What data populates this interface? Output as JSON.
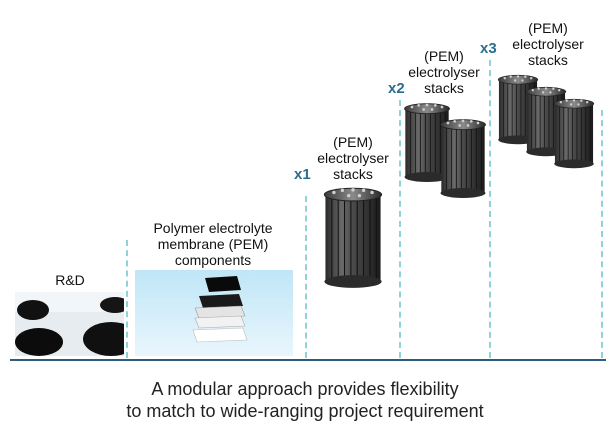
{
  "stages": {
    "rnd": {
      "label": "R&D"
    },
    "components": {
      "label_lines": [
        "Polymer electrolyte",
        "membrane  (PEM)",
        "components"
      ]
    },
    "stack1": {
      "multiplier": "x1",
      "label_lines": [
        "(PEM)",
        "electrolyser",
        "stacks"
      ]
    },
    "stack2": {
      "multiplier": "x2",
      "label_lines": [
        "(PEM)",
        "electrolyser",
        "stacks"
      ]
    },
    "stack3": {
      "multiplier": "x3",
      "label_lines": [
        "(PEM)",
        "electrolyser",
        "stacks"
      ]
    }
  },
  "caption": {
    "line1": "A modular approach provides flexibility",
    "line2": "to match to wide-ranging project requirement"
  },
  "colors": {
    "multiplier": "#2b6e8f",
    "divider": "#8fd3d8",
    "baseline": "#2a5d80"
  }
}
